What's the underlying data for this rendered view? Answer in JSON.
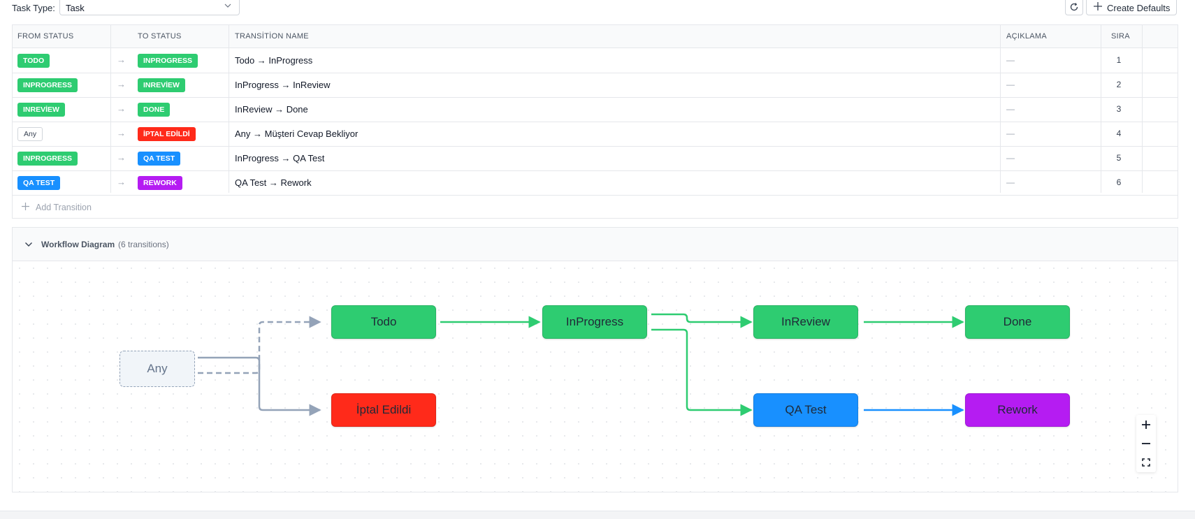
{
  "toolbar": {
    "task_type_label": "Task Type:",
    "task_type_value": "Task",
    "create_defaults_label": "Create Defaults"
  },
  "table": {
    "headers": {
      "from_status": "FROM STATUS",
      "to_status": "TO STATUS",
      "transition_name": "TRANSİTİON NAME",
      "description": "AÇIKLAMA",
      "order": "SIRA"
    },
    "rows": [
      {
        "from": "TODO",
        "from_color": "#2ecc71",
        "to": "INPROGRESS",
        "to_color": "#2ecc71",
        "name": "Todo → InProgress",
        "desc": "—",
        "order": "1"
      },
      {
        "from": "INPROGRESS",
        "from_color": "#2ecc71",
        "to": "INREVİEW",
        "to_color": "#2ecc71",
        "name": "InProgress → InReview",
        "desc": "—",
        "order": "2"
      },
      {
        "from": "INREVİEW",
        "from_color": "#2ecc71",
        "to": "DONE",
        "to_color": "#2ecc71",
        "name": "InReview → Done",
        "desc": "—",
        "order": "3"
      },
      {
        "from": "Any",
        "from_color": "#ffffff",
        "to": "İPTAL EDİLDİ",
        "to_color": "#ff2a1a",
        "name": "Any → Müşteri Cevap Bekliyor",
        "desc": "—",
        "order": "4"
      },
      {
        "from": "INPROGRESS",
        "from_color": "#2ecc71",
        "to": "QA TEST",
        "to_color": "#1890ff",
        "name": "InProgress → QA Test",
        "desc": "—",
        "order": "5"
      },
      {
        "from": "QA TEST",
        "from_color": "#1890ff",
        "to": "REWORK",
        "to_color": "#b51cf2",
        "name": "QA Test → Rework",
        "desc": "—",
        "order": "6"
      }
    ],
    "arrow": "→",
    "add_transition_label": "Add Transition"
  },
  "diagram": {
    "title": "Workflow Diagram",
    "count_label": "(6 transitions)",
    "nodes": {
      "any": {
        "label": "Any"
      },
      "todo": {
        "label": "Todo",
        "color": "#2ecc71"
      },
      "inprogress": {
        "label": "InProgress",
        "color": "#2ecc71"
      },
      "inreview": {
        "label": "InReview",
        "color": "#2ecc71"
      },
      "done": {
        "label": "Done",
        "color": "#2ecc71"
      },
      "iptal": {
        "label": "İptal Edildi",
        "color": "#ff2a1a"
      },
      "qatest": {
        "label": "QA Test",
        "color": "#1890ff"
      },
      "rework": {
        "label": "Rework",
        "color": "#b51cf2"
      }
    },
    "edge_colors": {
      "green": "#2ecc71",
      "blue": "#1890ff",
      "gray": "#94a3b8"
    }
  }
}
